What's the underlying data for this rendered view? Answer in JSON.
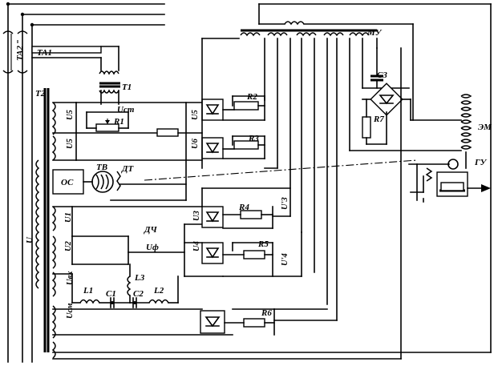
{
  "labels": {
    "ta2": "TA2",
    "ta1": "TA1",
    "t1": "T1",
    "t2": "T2",
    "ust": "Uст",
    "u5a": "U5",
    "u5b": "U5",
    "u5c": "U5",
    "u6": "U6",
    "r1": "R1",
    "r2": "R2",
    "r3": "R3",
    "r4": "R4",
    "r5": "R5",
    "r6": "R6",
    "r7": "R7",
    "c3": "C3",
    "mu": "МУ",
    "em": "ЭМ",
    "gu": "ГУ",
    "tv": "ТВ",
    "dt": "ДТ",
    "os": "ОС",
    "dch": "ДЧ",
    "u1": "U1",
    "u2": "U2",
    "u3": "U3",
    "u4": "U4",
    "uf": "Uф",
    "u3p": "U'3",
    "u4p": "U'4",
    "u": "U",
    "uvx": "Uвх",
    "usm": "Uсм",
    "l1": "L1",
    "l2": "L2",
    "l3": "L3",
    "c1": "C1",
    "c2": "C2"
  }
}
